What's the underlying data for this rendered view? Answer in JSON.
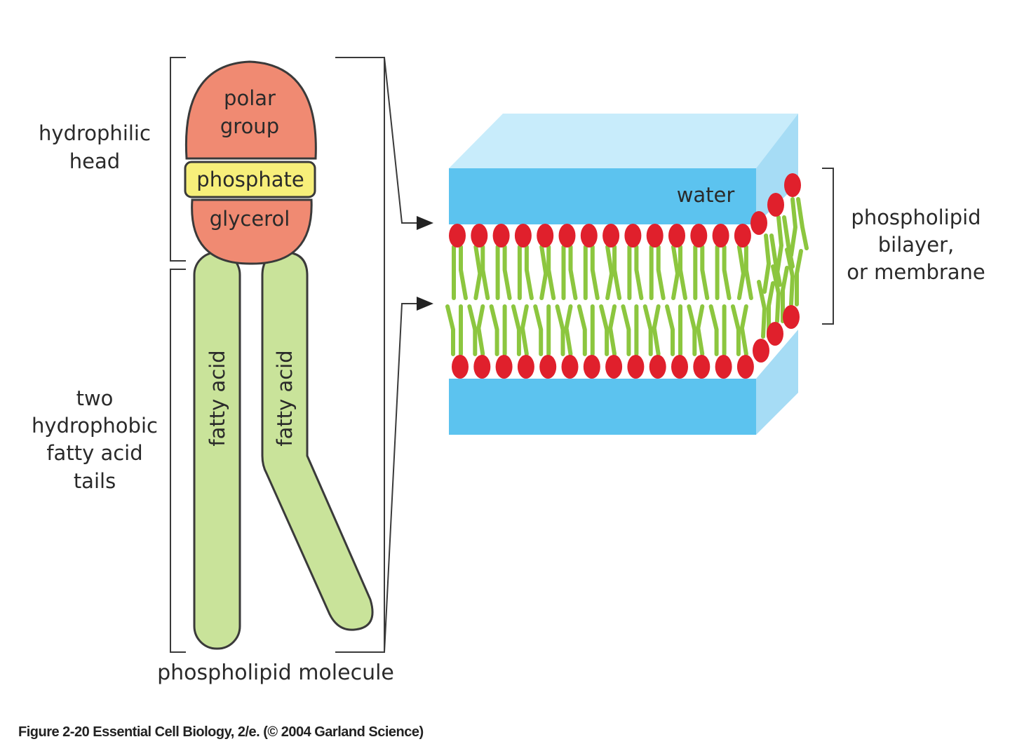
{
  "labels": {
    "polar_group_line1": "polar",
    "polar_group_line2": "group",
    "phosphate": "phosphate",
    "glycerol": "glycerol",
    "fatty_acid_left": "fatty acid",
    "fatty_acid_right": "fatty acid",
    "hydrophilic_head_line1": "hydrophilic",
    "hydrophilic_head_line2": "head",
    "tails_line1": "two",
    "tails_line2": "hydrophobic",
    "tails_line3": "fatty acid",
    "tails_line4": "tails",
    "molecule": "phospholipid molecule",
    "water": "water",
    "bilayer_line1": "phospholipid",
    "bilayer_line2": "bilayer,",
    "bilayer_line3": "or membrane"
  },
  "caption": "Figure 2-20  Essential Cell Biology, 2/e. (© 2004 Garland Science)",
  "colors": {
    "polar_group": "#f08a72",
    "phosphate": "#f7ef7a",
    "glycerol": "#f08a72",
    "fatty_acid": "#c9e39a",
    "water_front": "#5cc3ef",
    "water_top": "#c8ecfb",
    "water_side": "#a6dcf5",
    "lipid_head": "#e0202c",
    "lipid_tail": "#8cc63f",
    "outline": "#3a3a3a"
  }
}
